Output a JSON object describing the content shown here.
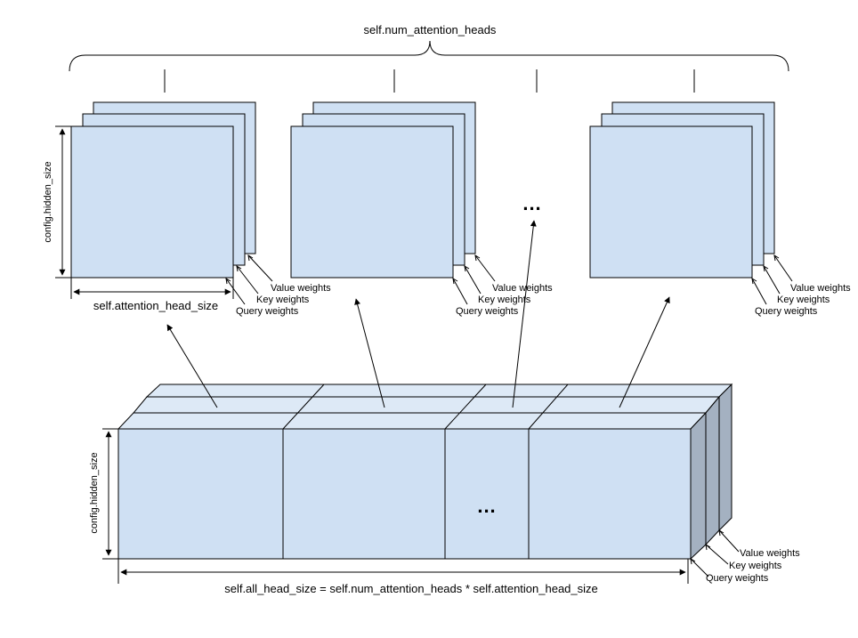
{
  "colors": {
    "face": "#cfe0f3",
    "stroke": "#000000",
    "side": "#a4b1c1",
    "top": "#dde9f6",
    "background": "#ffffff"
  },
  "labels": {
    "num_heads": "self.num_attention_heads",
    "hidden_size": "config.hidden_size",
    "head_size": "self.attention_head_size",
    "all_head_size": "self.all_head_size = self.num_attention_heads * self.attention_head_size",
    "value_weights": "Value weights",
    "key_weights": "Key weights",
    "query_weights": "Query weights",
    "ellipsis": "..."
  }
}
